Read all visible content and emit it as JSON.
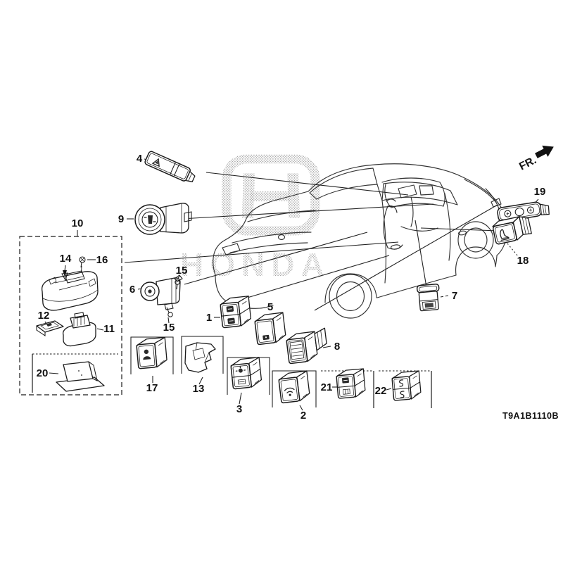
{
  "diagram": {
    "code": "T9A1B1110B",
    "direction_label": "FR.",
    "watermark_text": "HONDA",
    "callouts": {
      "n1": "1",
      "n2": "2",
      "n3": "3",
      "n4": "4",
      "n5": "5",
      "n6": "6",
      "n7": "7",
      "n8": "8",
      "n9": "9",
      "n10": "10",
      "n11": "11",
      "n12": "12",
      "n13": "13",
      "n14": "14",
      "n15a": "15",
      "n15b": "15",
      "n16": "16",
      "n17": "17",
      "n18": "18",
      "n19": "19",
      "n20": "20",
      "n21": "21",
      "n22": "22"
    }
  }
}
